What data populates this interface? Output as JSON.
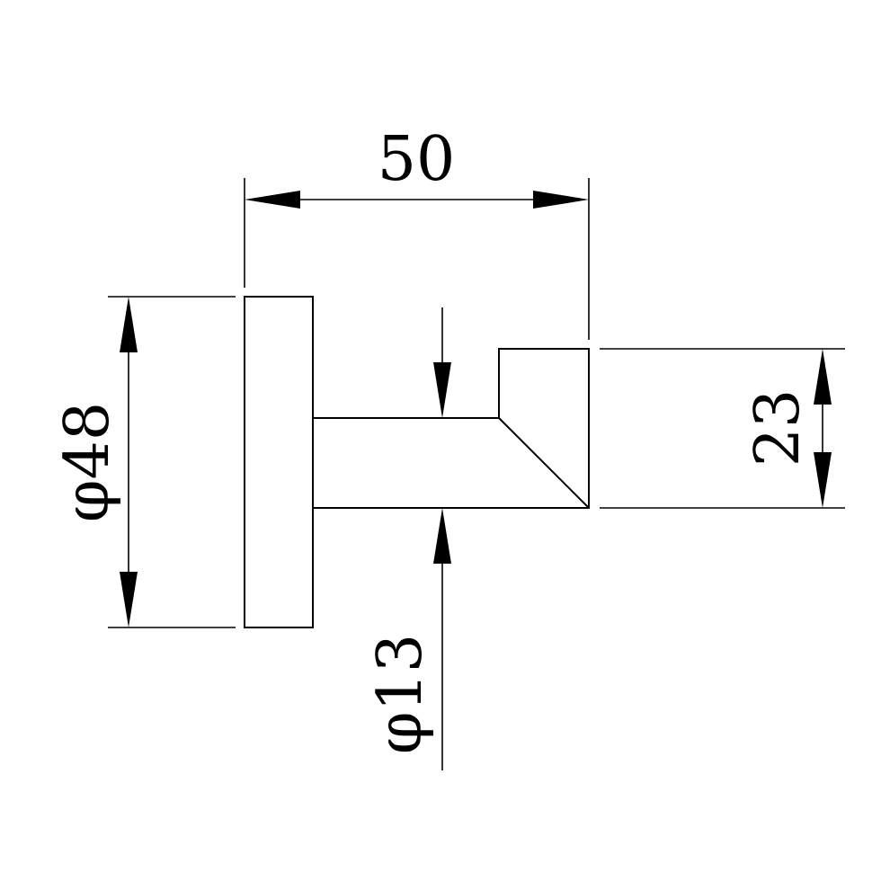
{
  "dimensions": {
    "length": "50",
    "base_diameter": "φ48",
    "arm_diameter": "φ13",
    "tip_height": "23"
  },
  "colors": {
    "line": "#000000",
    "background": "#ffffff"
  }
}
